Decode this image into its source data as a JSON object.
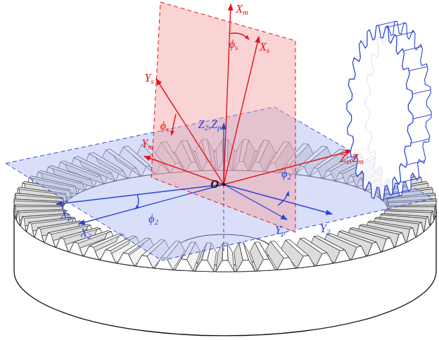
{
  "diagram": {
    "labels": [
      "Xm",
      "ϕs",
      "Xs",
      "Ys",
      "Z2,Zp",
      "ϕs",
      "Ym",
      "Zs,Zm",
      "O",
      "ϕ2",
      "Xp",
      "X2",
      "ϕ2",
      "Yp",
      "Y2"
    ]
  }
}
